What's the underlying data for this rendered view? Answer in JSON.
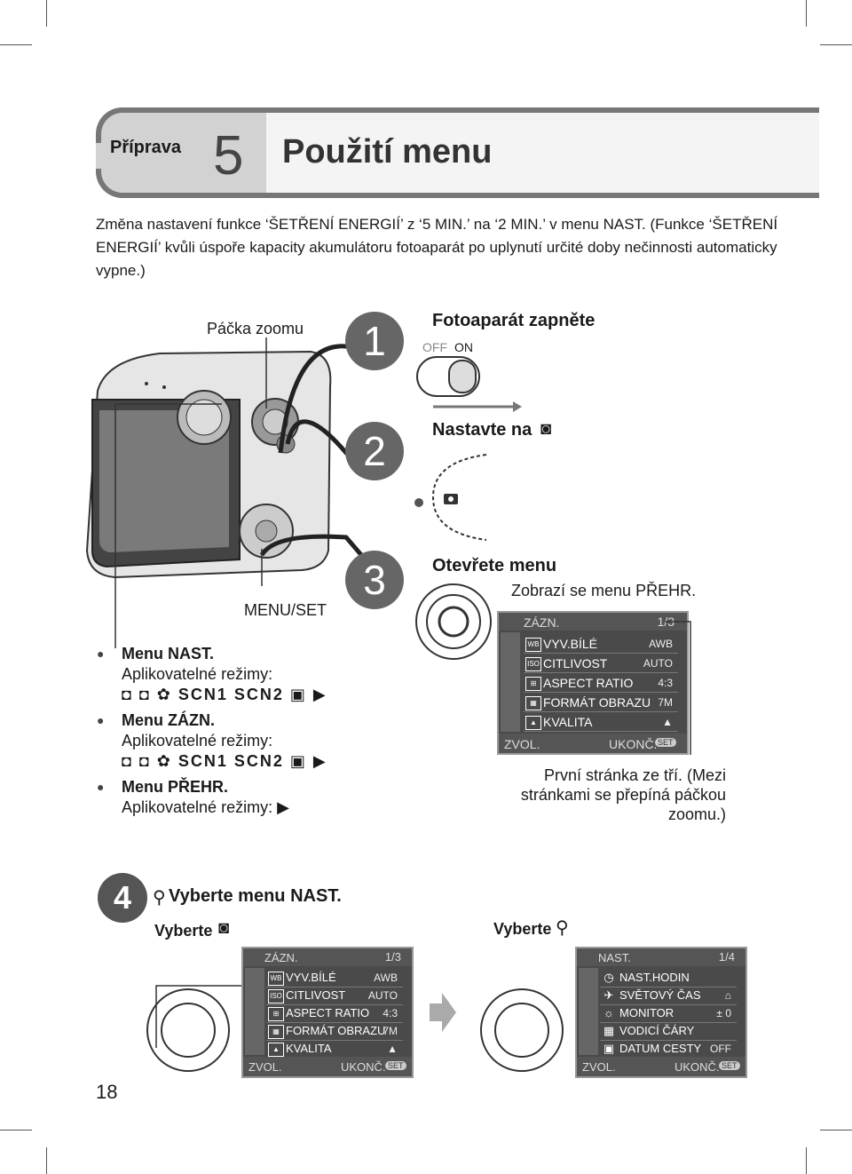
{
  "header": {
    "section": "Příprava",
    "chapter_number": "5",
    "title": "Použití menu"
  },
  "intro": "Změna nastavení funkce ‘ŠETŘENÍ ENERGIÍ’ z ‘5 MIN.’ na ‘2 MIN.’ v menu NAST. (Funkce ‘ŠETŘENÍ ENERGIÍ’ kvůli úspoře kapacity akumulátoru fotoaparát po uplynutí určité doby nečinnosti automaticky vypne.)",
  "diagram": {
    "zoom_label": "Páčka zoomu",
    "menuset_label": "MENU/SET",
    "steps": [
      {
        "num": "1",
        "title": "Fotoaparát zapněte",
        "switch_off": "OFF",
        "switch_on": "ON"
      },
      {
        "num": "2",
        "title": "Nastavte na"
      },
      {
        "num": "3",
        "title": "Otevřete menu",
        "note": "Zobrazí se menu PŘEHR."
      }
    ]
  },
  "bullets": [
    {
      "title": "Menu NAST.",
      "text": "Aplikovatelné režimy:",
      "modes": "◘ ◘ ✿ SCN1 SCN2 ▣ ▶"
    },
    {
      "title": "Menu ZÁZN.",
      "text": "Aplikovatelné režimy:",
      "modes": "◘ ◘ ✿ SCN1 SCN2 ▣ ▶"
    },
    {
      "title": "Menu PŘEHR.",
      "text": "Aplikovatelné režimy:",
      "modes": "▶"
    }
  ],
  "menu_main": {
    "header": "ZÁZN.",
    "page": "1/3",
    "rows": [
      {
        "icon": "WB",
        "label": "VYV.BÍLÉ",
        "value": "AWB"
      },
      {
        "icon": "ISO",
        "label": "CITLIVOST",
        "value": "AUTO"
      },
      {
        "icon": "⊞",
        "label": "ASPECT RATIO",
        "value": "4:3"
      },
      {
        "icon": "▦",
        "label": "FORMÁT OBRAZU",
        "value": "7M"
      },
      {
        "icon": "▲",
        "label": "KVALITA",
        "value": "▲"
      }
    ],
    "foot_left": "ZVOL.",
    "foot_right": "UKONČ.",
    "foot_btn": "SET"
  },
  "page_note": "První stránka ze tří. (Mezi stránkami se přepíná páčkou zoomu.)",
  "step4": {
    "num": "4",
    "title": "Vyberte menu NAST.",
    "left_label": "Vyberte",
    "right_label": "Vyberte",
    "menu_left": {
      "header": "ZÁZN.",
      "page": "1/3",
      "rows": [
        {
          "icon": "WB",
          "label": "VYV.BÍLÉ",
          "value": "AWB"
        },
        {
          "icon": "ISO",
          "label": "CITLIVOST",
          "value": "AUTO"
        },
        {
          "icon": "⊞",
          "label": "ASPECT RATIO",
          "value": "4:3"
        },
        {
          "icon": "▦",
          "label": "FORMÁT OBRAZU",
          "value": "7M"
        },
        {
          "icon": "▲",
          "label": "KVALITA",
          "value": "▲"
        }
      ],
      "foot_left": "ZVOL.",
      "foot_right": "UKONČ.",
      "foot_btn": "SET"
    },
    "menu_right": {
      "header": "NAST.",
      "page": "1/4",
      "rows": [
        {
          "icon": "◷",
          "label": "NAST.HODIN",
          "value": ""
        },
        {
          "icon": "✈",
          "label": "SVĚTOVÝ ČAS",
          "value": "⌂"
        },
        {
          "icon": "☼",
          "label": "MONITOR",
          "value": "± 0"
        },
        {
          "icon": "▦",
          "label": "VODICÍ ČÁRY",
          "value": ""
        },
        {
          "icon": "▣",
          "label": "DATUM CESTY",
          "value": "OFF"
        }
      ],
      "foot_left": "ZVOL.",
      "foot_right": "UKONČ.",
      "foot_btn": "SET"
    }
  },
  "page_number": "18"
}
